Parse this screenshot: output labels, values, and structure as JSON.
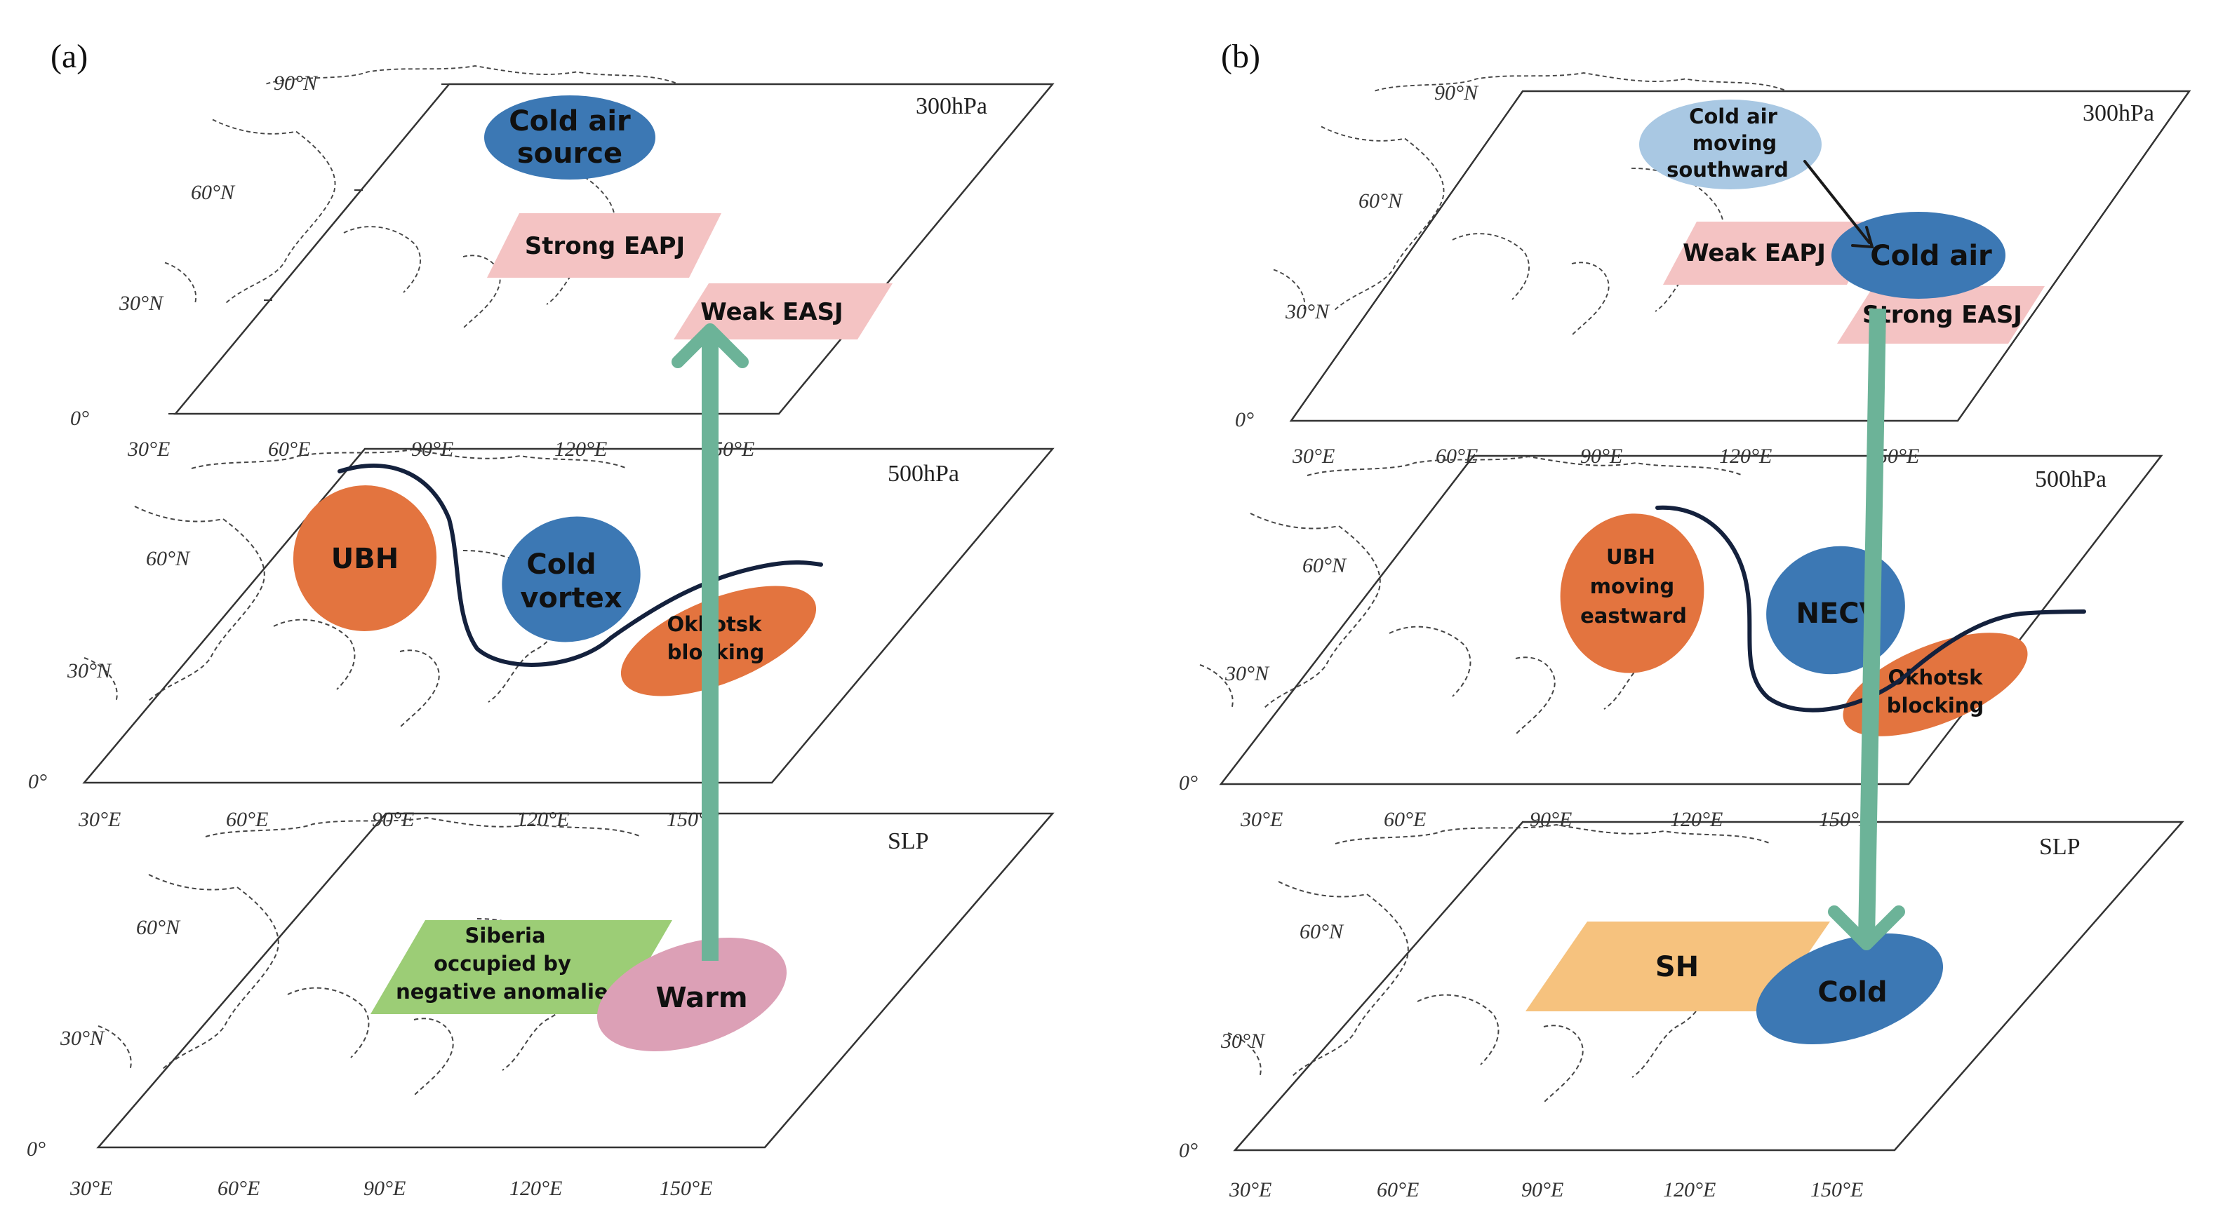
{
  "panels": [
    {
      "letter": "(a)",
      "levels": [
        "300hPa",
        "500hPa",
        "SLP"
      ],
      "lat_labels": [
        "0°",
        "30°N",
        "60°N",
        "90°N"
      ],
      "lon_labels": [
        "30°E",
        "60°E",
        "90°E",
        "120°E",
        "150°E"
      ],
      "features": {
        "cold_air_source": [
          "Cold air",
          "source"
        ],
        "strong_eapj": "Strong EAPJ",
        "weak_easj": "Weak EASJ",
        "ubh": "UBH",
        "cold_vortex": [
          "Cold",
          "vortex"
        ],
        "okhotsk": [
          "Okhotsk",
          "blocking"
        ],
        "siberia": [
          "Siberia",
          "occupied by",
          "negative anomalies"
        ],
        "warm": "Warm"
      }
    },
    {
      "letter": "(b)",
      "levels": [
        "300hPa",
        "500hPa",
        "SLP"
      ],
      "lat_labels": [
        "0°",
        "30°N",
        "60°N",
        "90°N"
      ],
      "lon_labels": [
        "30°E",
        "60°E",
        "90°E",
        "120°E",
        "150°E"
      ],
      "features": {
        "cold_air_moving": [
          "Cold air",
          "moving",
          "southward"
        ],
        "weak_eapj": "Weak EAPJ",
        "cold_air": "Cold air",
        "strong_easj": "Strong EASJ",
        "ubh_moving": [
          "UBH",
          "moving",
          "eastward"
        ],
        "necv": "NECV",
        "okhotsk": [
          "Okhotsk",
          "blocking"
        ],
        "sh": "SH",
        "cold": "Cold"
      }
    }
  ],
  "colors": {
    "blue": "#3c78b4",
    "light_blue": "#a9c8e3",
    "orange": "#e3743f",
    "pink": "#f4c3c3",
    "green": "#9ccd76",
    "tan": "#f6c27e",
    "rose": "#dca0b6",
    "arrow_green": "#6cb398",
    "contour": "#14213d"
  }
}
